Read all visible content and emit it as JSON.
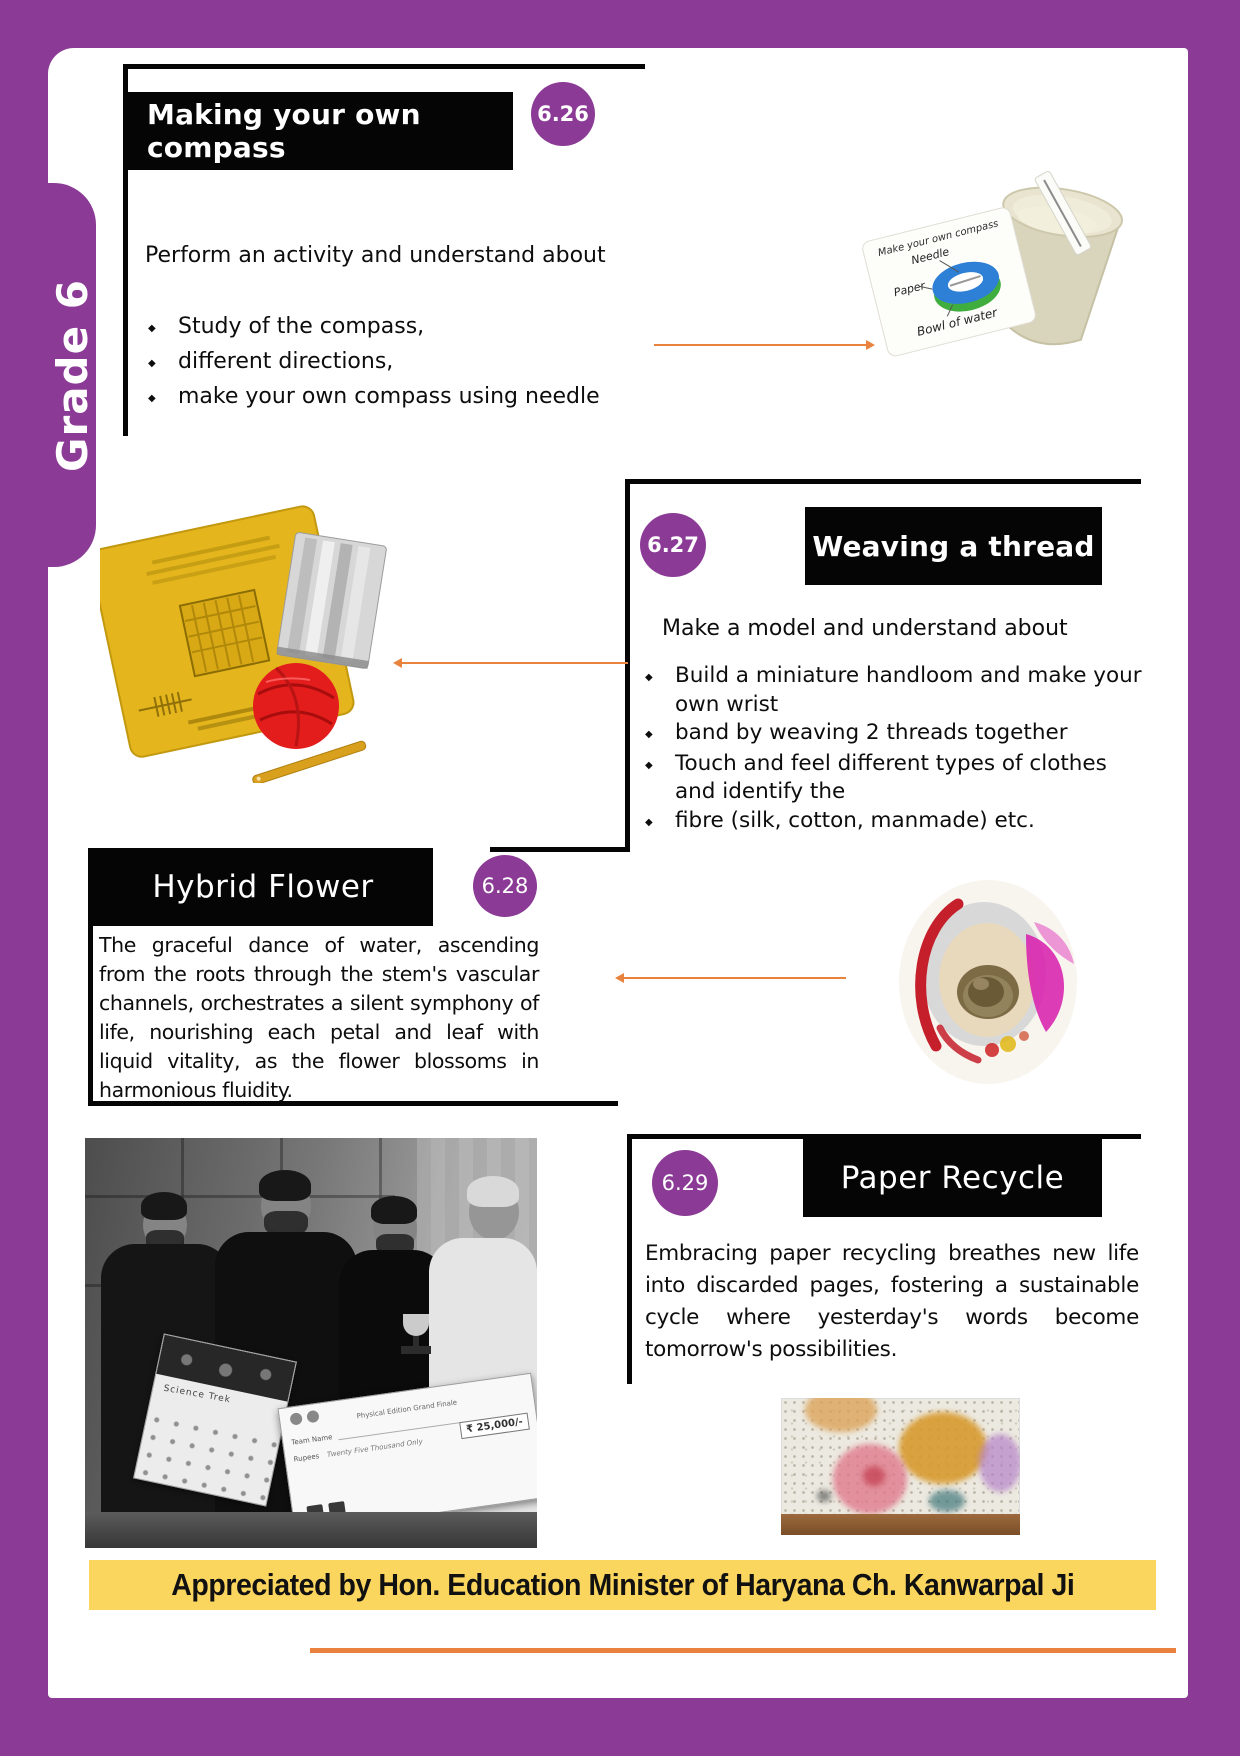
{
  "frame": {
    "grade_label": "Grade 6"
  },
  "sections": {
    "compass": {
      "number": "6.26",
      "title": "Making your own compass",
      "intro": "Perform an activity and understand about",
      "bullets": [
        "Study of the compass,",
        "different directions,",
        "make your own compass using needle"
      ]
    },
    "weaving": {
      "number": "6.27",
      "title": "Weaving a thread",
      "intro": "Make a model and understand about",
      "bullets": [
        "Build a miniature handloom and make your own wrist",
        "band by weaving 2 threads together",
        "Touch and feel different types of clothes and identify the",
        "fibre (silk, cotton, manmade) etc."
      ]
    },
    "hybrid_flower": {
      "number": "6.28",
      "title": "Hybrid Flower",
      "body": "The graceful dance of water, ascending from the roots through the stem's vascular channels, orchestrates a silent symphony of life, nourishing each petal and leaf with liquid vitality, as the flower blossoms in harmonious fluidity."
    },
    "paper_recycle": {
      "number": "6.29",
      "title": "Paper Recycle",
      "body": "Embracing paper recycling breathes new life into discarded pages, fostering a sustainable cycle where yesterday's words become tomorrow's possibilities."
    }
  },
  "compass_diagram": {
    "title": "Make your own compass",
    "label_needle": "Needle",
    "label_paper": "Paper",
    "label_bowl": "Bowl of water"
  },
  "photo": {
    "cheque_heading": "Physical Edition Grand Finale",
    "cheque_team_label": "Team Name",
    "cheque_rupees_label": "Rupees",
    "cheque_rupees_value": "Twenty Five Thousand Only",
    "cheque_amount": "₹ 25,000/-",
    "kit_box_label": "Science Trek"
  },
  "banner": {
    "text": "Appreciated by Hon. Education Minister of Haryana Ch. Kanwarpal Ji"
  },
  "colors": {
    "purple": "#8B3B96",
    "orange": "#E8823C",
    "banner_yellow": "#FBD65F",
    "bar_black": "#050505"
  }
}
